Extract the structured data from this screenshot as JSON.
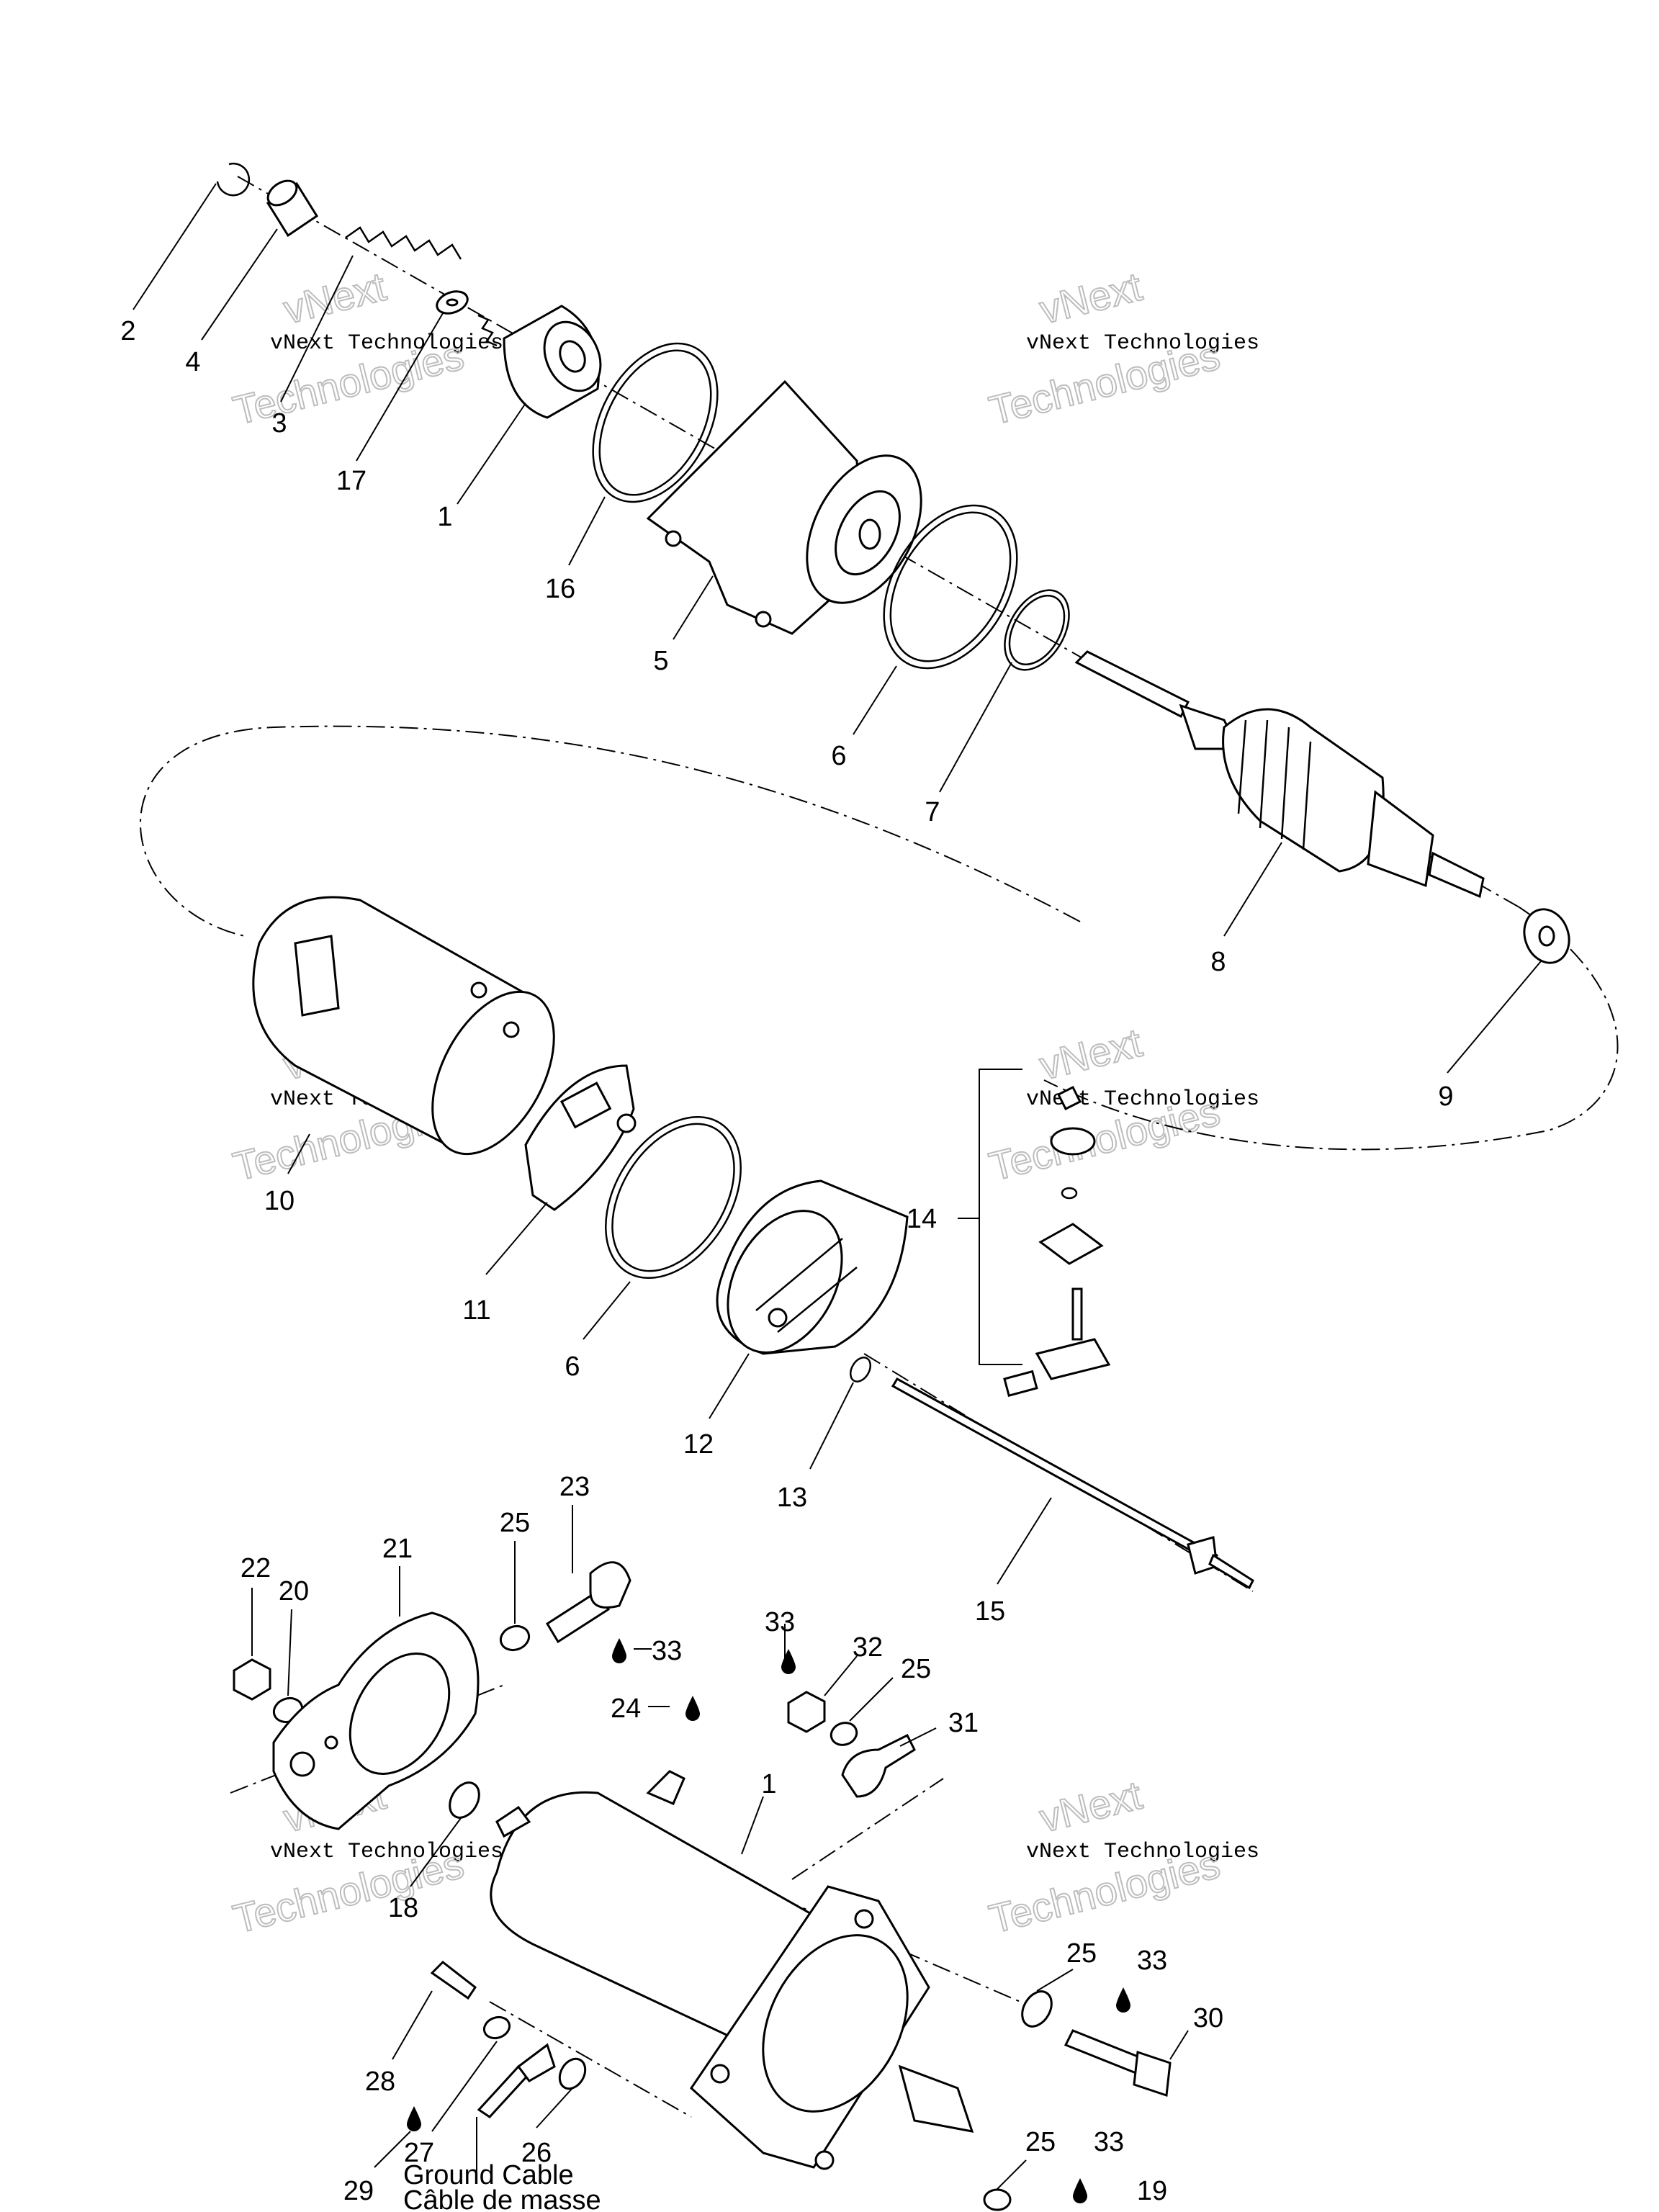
{
  "diagram": {
    "callouts": [
      {
        "id": "c2",
        "text": "2"
      },
      {
        "id": "c4",
        "text": "4"
      },
      {
        "id": "c3",
        "text": "3"
      },
      {
        "id": "c17",
        "text": "17"
      },
      {
        "id": "c1a",
        "text": "1"
      },
      {
        "id": "c16",
        "text": "16"
      },
      {
        "id": "c5",
        "text": "5"
      },
      {
        "id": "c6a",
        "text": "6"
      },
      {
        "id": "c7",
        "text": "7"
      },
      {
        "id": "c8",
        "text": "8"
      },
      {
        "id": "c9",
        "text": "9"
      },
      {
        "id": "c10",
        "text": "10"
      },
      {
        "id": "c11",
        "text": "11"
      },
      {
        "id": "c6b",
        "text": "6"
      },
      {
        "id": "c12",
        "text": "12"
      },
      {
        "id": "c13",
        "text": "13"
      },
      {
        "id": "c14",
        "text": "14"
      },
      {
        "id": "c15",
        "text": "15"
      },
      {
        "id": "c22",
        "text": "22"
      },
      {
        "id": "c20",
        "text": "20"
      },
      {
        "id": "c21",
        "text": "21"
      },
      {
        "id": "c25a",
        "text": "25"
      },
      {
        "id": "c23",
        "text": "23"
      },
      {
        "id": "c33a",
        "text": "33"
      },
      {
        "id": "c24",
        "text": "24"
      },
      {
        "id": "c33b",
        "text": "33"
      },
      {
        "id": "c32",
        "text": "32"
      },
      {
        "id": "c25b",
        "text": "25"
      },
      {
        "id": "c31",
        "text": "31"
      },
      {
        "id": "c1b",
        "text": "1"
      },
      {
        "id": "c18",
        "text": "18"
      },
      {
        "id": "c25c",
        "text": "25"
      },
      {
        "id": "c33c",
        "text": "33"
      },
      {
        "id": "c30",
        "text": "30"
      },
      {
        "id": "c28",
        "text": "28"
      },
      {
        "id": "c29",
        "text": "29"
      },
      {
        "id": "c27",
        "text": "27"
      },
      {
        "id": "c26",
        "text": "26"
      },
      {
        "id": "c25d",
        "text": "25"
      },
      {
        "id": "c33d",
        "text": "33"
      },
      {
        "id": "c19",
        "text": "19"
      }
    ],
    "notes": {
      "ground_en": "Ground Cable",
      "ground_fr": "Câble de masse"
    },
    "watermark": {
      "line1": "vNext",
      "line2": "vNext Technologies",
      "line3": "Technologies"
    }
  }
}
